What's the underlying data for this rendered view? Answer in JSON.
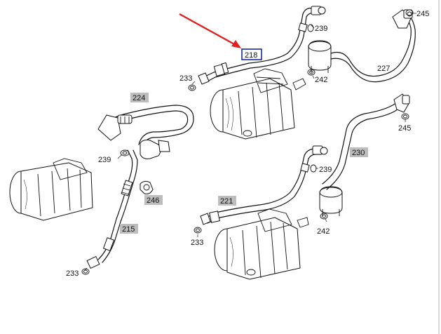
{
  "parts": [
    {
      "id": "callout-245-top",
      "text": "245"
    },
    {
      "id": "callout-239-top",
      "text": "239"
    },
    {
      "id": "callout-218",
      "text": "218",
      "highlighted": true
    },
    {
      "id": "callout-227",
      "text": "227"
    },
    {
      "id": "callout-233-top",
      "text": "233"
    },
    {
      "id": "callout-242-top",
      "text": "242"
    },
    {
      "id": "callout-224",
      "text": "224"
    },
    {
      "id": "callout-245-mid",
      "text": "245"
    },
    {
      "id": "callout-230",
      "text": "230"
    },
    {
      "id": "callout-239-left",
      "text": "239"
    },
    {
      "id": "callout-239-mid",
      "text": "239"
    },
    {
      "id": "callout-246",
      "text": "246"
    },
    {
      "id": "callout-221",
      "text": "221"
    },
    {
      "id": "callout-215",
      "text": "215"
    },
    {
      "id": "callout-242-bottom",
      "text": "242"
    },
    {
      "id": "callout-233-mid",
      "text": "233"
    },
    {
      "id": "callout-233-bottom",
      "text": "233"
    }
  ],
  "colors": {
    "highlight_box": "#1a2aa0",
    "arrow": "#e02020",
    "label_background": "#bdbdbd",
    "line": "#111111"
  }
}
